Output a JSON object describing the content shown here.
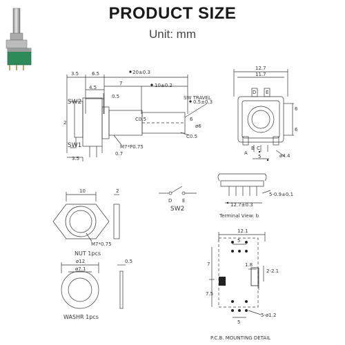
{
  "header": {
    "title": "PRODUCT SIZE",
    "unit": "Unit: mm"
  },
  "side_view": {
    "d_3_5_top": "3.5",
    "d_6_5": "6.5",
    "d_20": "20±0.3",
    "d_4_5": "4.5",
    "d_7": "7",
    "d_10": "10±0.2",
    "d_0_5": "0.5",
    "sw_travel": "SW TRAVEL",
    "d_travel_val": "0.5±0.3",
    "sw2": "SW2",
    "sw1": "SW1",
    "d_2": "2",
    "d_c05a": "C0.5",
    "d_c05b": "C0.5",
    "d_m7": "M7*P0.75",
    "d_0_7": "0.7",
    "d_3_5_bot": "3.5",
    "d_6": "6",
    "d_f6": "ø6"
  },
  "front_view": {
    "d_12_7": "12.7",
    "d_11_7": "11.7",
    "d_6a": "6",
    "d_6b": "6",
    "d_5": "5",
    "pin_d": "D",
    "pin_e": "E",
    "pin_a": "A",
    "pin_b": "B",
    "pin_c": "C",
    "d_hole": "ø4.4"
  },
  "terminal_view": {
    "d_12_7": "12.7±0.3",
    "d_pitch": "5-0.9±0.1",
    "label": "Terminal View: b"
  },
  "switch": {
    "label": "SW2",
    "pin_d": "D",
    "pin_e": "E"
  },
  "nut": {
    "d_10": "10",
    "d_2": "2",
    "thread": "M7*0.75",
    "label": "NUT 1pcs"
  },
  "washer": {
    "d_outer": "ø12",
    "d_inner": "ø7.1",
    "d_thick": "0.5",
    "label": "WASHR  1pcs"
  },
  "pcb": {
    "d_12_1": "12.1",
    "d_5_top": "5",
    "d_7": "7",
    "d_7_5": "7.5",
    "d_5_bot": "5",
    "d_hole_a": "1.8",
    "d_hole_b": "2-2.1",
    "d_hole_c": "5-ø1.2",
    "label": "P.C.B. MOUNTING DETAIL"
  }
}
